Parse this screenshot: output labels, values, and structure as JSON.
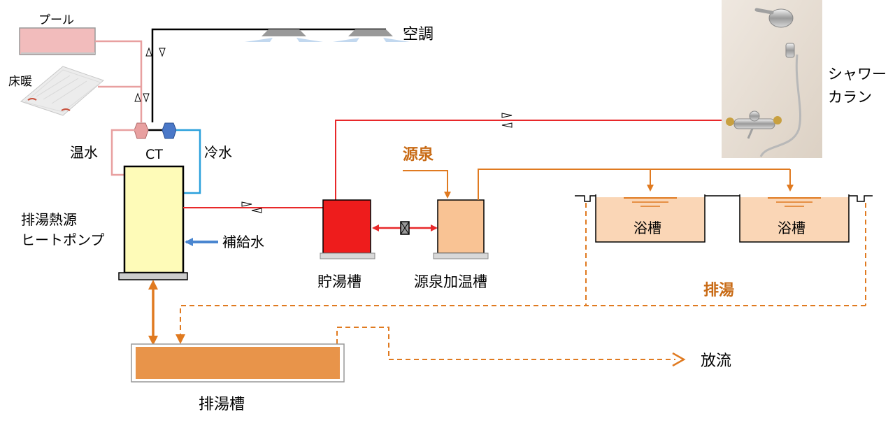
{
  "labels": {
    "pool": "プール",
    "floor_heating": "床暖",
    "air_conditioning": "空調",
    "hot_water": "温水",
    "ct": "CT",
    "cold_water": "冷水",
    "heat_pump_line1": "排湯熱源",
    "heat_pump_line2": "ヒートポンプ",
    "makeup_water": "補給水",
    "storage_tank": "貯湯槽",
    "source_spring": "源泉",
    "spring_heating_tank": "源泉加温槽",
    "bath_left": "浴槽",
    "bath_right": "浴槽",
    "drain": "排湯",
    "drain_tank": "排湯槽",
    "discharge": "放流",
    "shower_line1": "シャワー",
    "shower_line2": "カラン"
  },
  "colors": {
    "hot_pipe": "#e8282a",
    "warm_pipe": "#e8a0a0",
    "cold_pipe": "#2aa0dc",
    "orange_pipe": "#e07a20",
    "makeup_arrow": "#4a86d0",
    "heat_pump_fill": "#fefbb8",
    "storage_fill": "#ee1c1c",
    "spring_tank_fill": "#f9c394",
    "bath_fill": "#fad6b6",
    "drain_tank_fill": "#e8944a"
  }
}
